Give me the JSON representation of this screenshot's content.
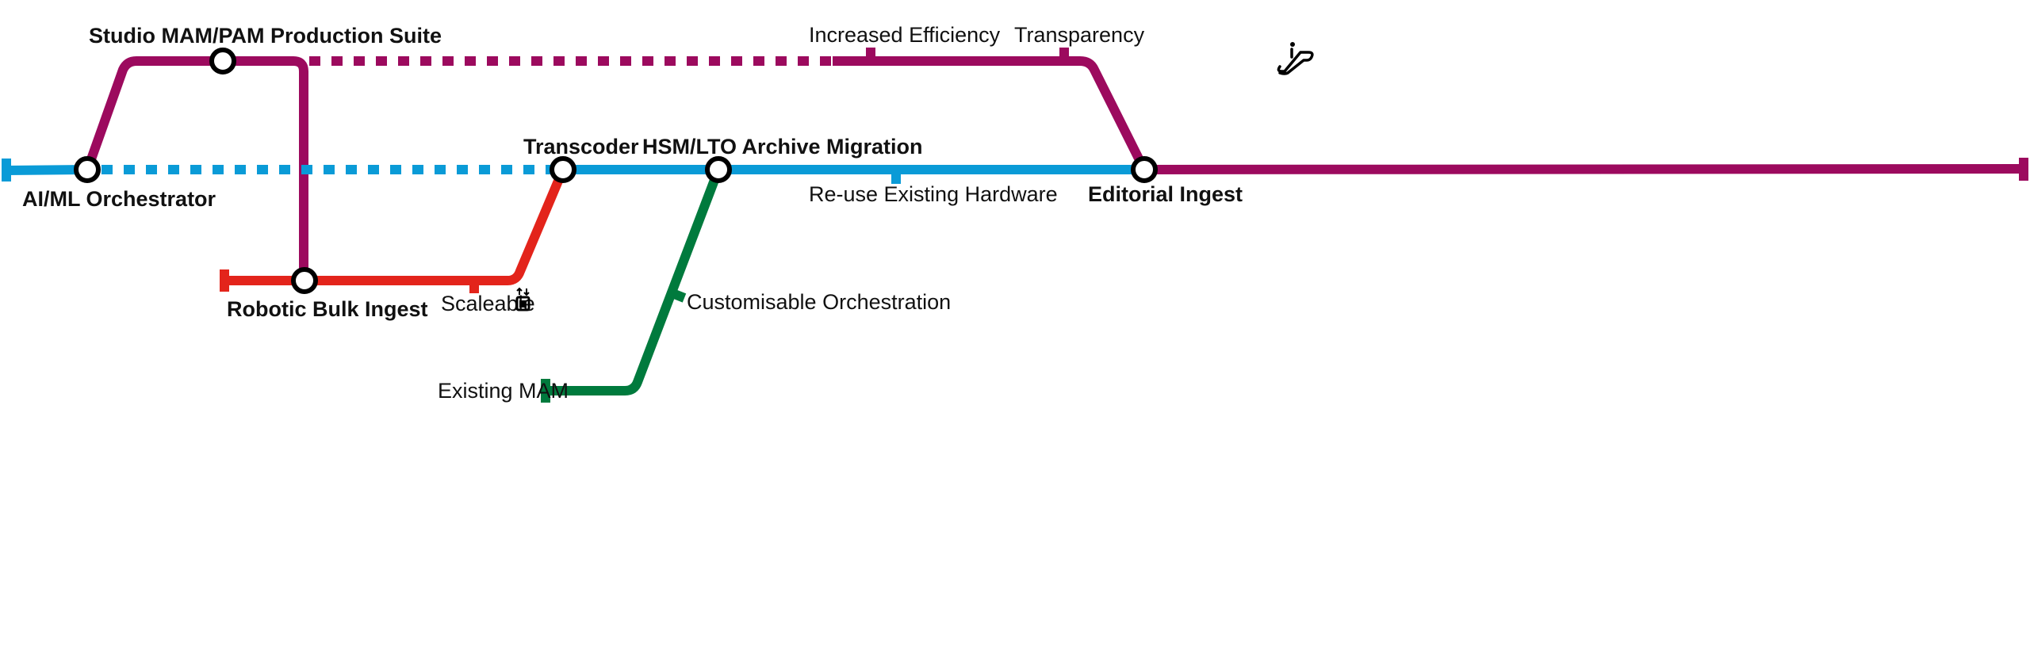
{
  "colors": {
    "purple": "#9c0a5e",
    "blue": "#0a9bd7",
    "red": "#e3241b",
    "green": "#007a3d"
  },
  "stations": {
    "studio": "Studio MAM/PAM Production Suite",
    "aiml": "AI/ML Orchestrator",
    "transcoder": "Transcoder",
    "hsm": "HSM/LTO Archive Migration",
    "editorial": "Editorial Ingest",
    "robotic": "Robotic Bulk Ingest"
  },
  "stops": {
    "efficiency": "Increased Efficiency",
    "transparency": "Transparency",
    "reuse": "Re-use Existing Hardware",
    "scaleable": "Scaleable",
    "customisable": "Customisable Orchestration",
    "existing_mam": "Existing MAM"
  },
  "icons": {
    "efficiency": "escalator-icon",
    "scaleable": "elevator-icon"
  }
}
